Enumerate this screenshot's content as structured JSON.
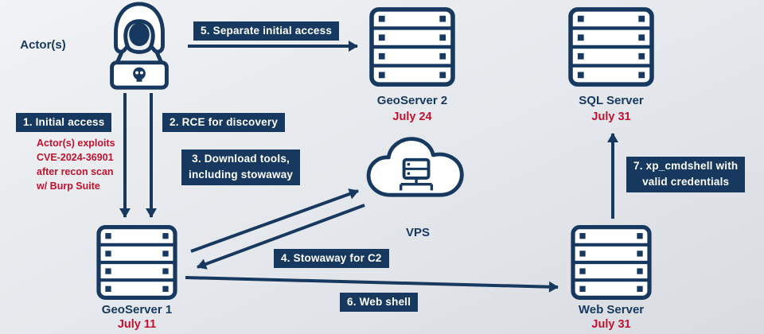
{
  "colors": {
    "navy": "#17395f",
    "red": "#c0122f"
  },
  "nodes": {
    "actor": {
      "label": "Actor(s)"
    },
    "geoserver2": {
      "label": "GeoServer 2",
      "date": "July 24"
    },
    "sqlserver": {
      "label": "SQL Server",
      "date": "July 31"
    },
    "vps": {
      "label": "VPS"
    },
    "geoserver1": {
      "label": "GeoServer 1",
      "date": "July 11"
    },
    "webserver": {
      "label": "Web Server",
      "date": "July 31"
    }
  },
  "steps": {
    "s1": {
      "label": "1. Initial access"
    },
    "s2": {
      "label": "2. RCE for discovery"
    },
    "s3": {
      "label": "3. Download tools,\nincluding stowaway"
    },
    "s4": {
      "label": "4. Stowaway for C2"
    },
    "s5": {
      "label": "5. Separate initial access"
    },
    "s6": {
      "label": "6. Web shell"
    },
    "s7": {
      "label": "7. xp_cmdshell with\nvalid credentials"
    }
  },
  "annotations": {
    "exploit_note": "Actor(s) exploits\nCVE-2024-36901\nafter recon scan\nw/ Burp Suite"
  }
}
